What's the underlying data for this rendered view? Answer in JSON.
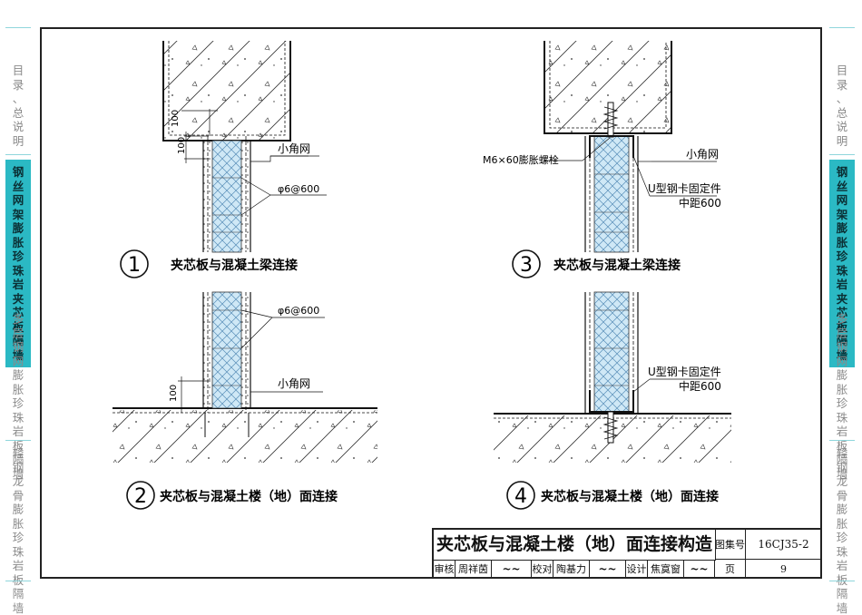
{
  "sidebar_left": {
    "toc": "目录、总说明",
    "active": "钢丝网架膨胀珍珠岩夹芯板隔墙",
    "item2": "多层钢网膨胀珍珠岩板隔墙",
    "item3": "轻钢龙骨膨胀珍珠岩板隔墙"
  },
  "sidebar_right": {
    "toc": "目录、总说明",
    "active": "钢丝网架膨胀珍珠岩夹芯板隔墙",
    "item2": "多层钢网膨胀珍珠岩板隔墙",
    "item3": "轻钢龙骨膨胀珍珠岩板隔墙"
  },
  "details": {
    "d1": {
      "num": "1",
      "title": "夹芯板与混凝土梁连接",
      "dim_top": "100",
      "dim_side": "100",
      "label_mesh": "小角网",
      "label_bar": "φ6@600"
    },
    "d2": {
      "num": "2",
      "title": "夹芯板与混凝土楼（地）面连接",
      "dim": "100",
      "label_bar": "φ6@600",
      "label_mesh": "小角网"
    },
    "d3": {
      "num": "3",
      "title": "夹芯板与混凝土梁连接",
      "label_bolt": "M6×60膨胀螺栓",
      "label_mesh": "小角网",
      "label_u": "U型钢卡固定件",
      "label_spacing": "中距600"
    },
    "d4": {
      "num": "4",
      "title": "夹芯板与混凝土楼（地）面连接",
      "label_u": "U型钢卡固定件",
      "label_spacing": "中距600"
    }
  },
  "title_block": {
    "title": "夹芯板与混凝土楼（地）面连接构造",
    "atlas_label": "图集号",
    "atlas_no": "16CJ35-2",
    "review_label": "审核",
    "reviewer": "周祥茵",
    "check_label": "校对",
    "checker": "陶基力",
    "design_label": "设计",
    "designer": "焦寞窗",
    "page_label": "页",
    "page_no": "9"
  },
  "colors": {
    "accent": "#2bb9c4",
    "panel": "#cfe8f6",
    "frame": "#222222"
  }
}
